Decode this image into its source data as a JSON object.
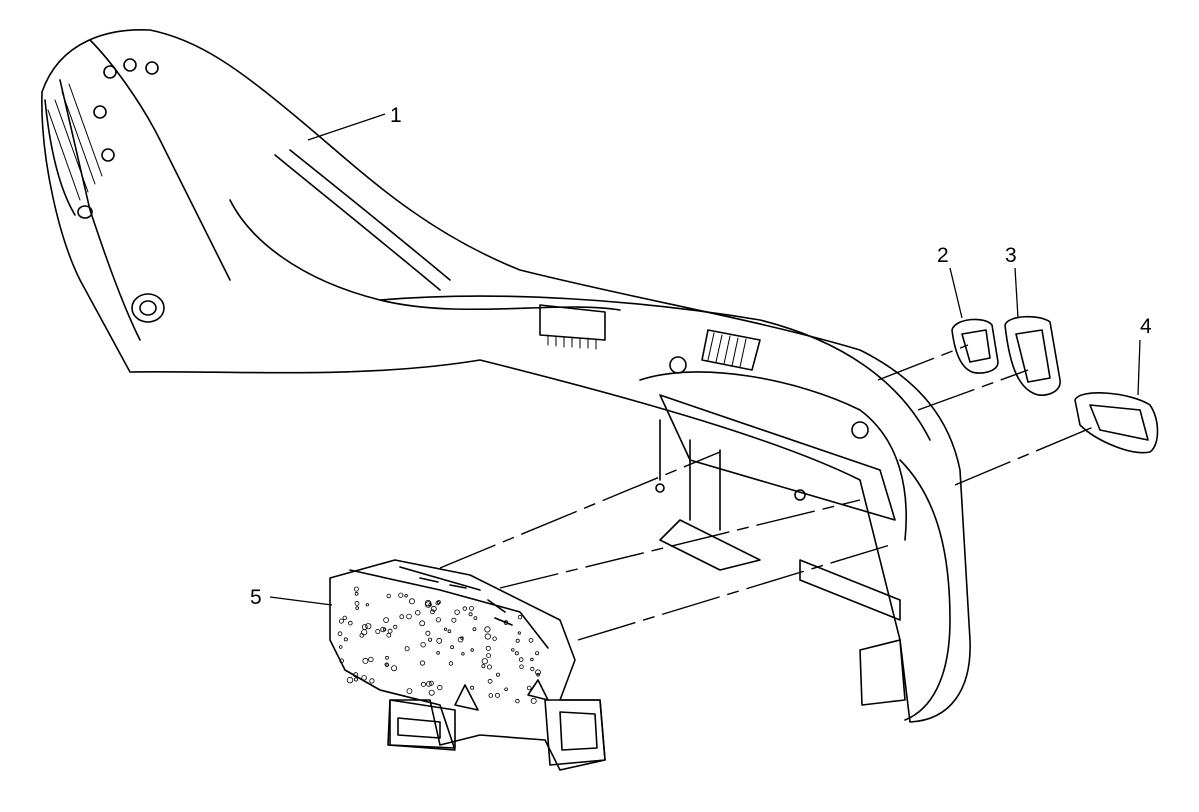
{
  "diagram": {
    "type": "exploded-assembly-line-drawing",
    "callouts": [
      {
        "id": "1",
        "label": "1"
      },
      {
        "id": "2",
        "label": "2"
      },
      {
        "id": "3",
        "label": "3"
      },
      {
        "id": "4",
        "label": "4"
      },
      {
        "id": "5",
        "label": "5"
      }
    ],
    "colors": {
      "line": "#000000",
      "background": "#ffffff"
    }
  }
}
